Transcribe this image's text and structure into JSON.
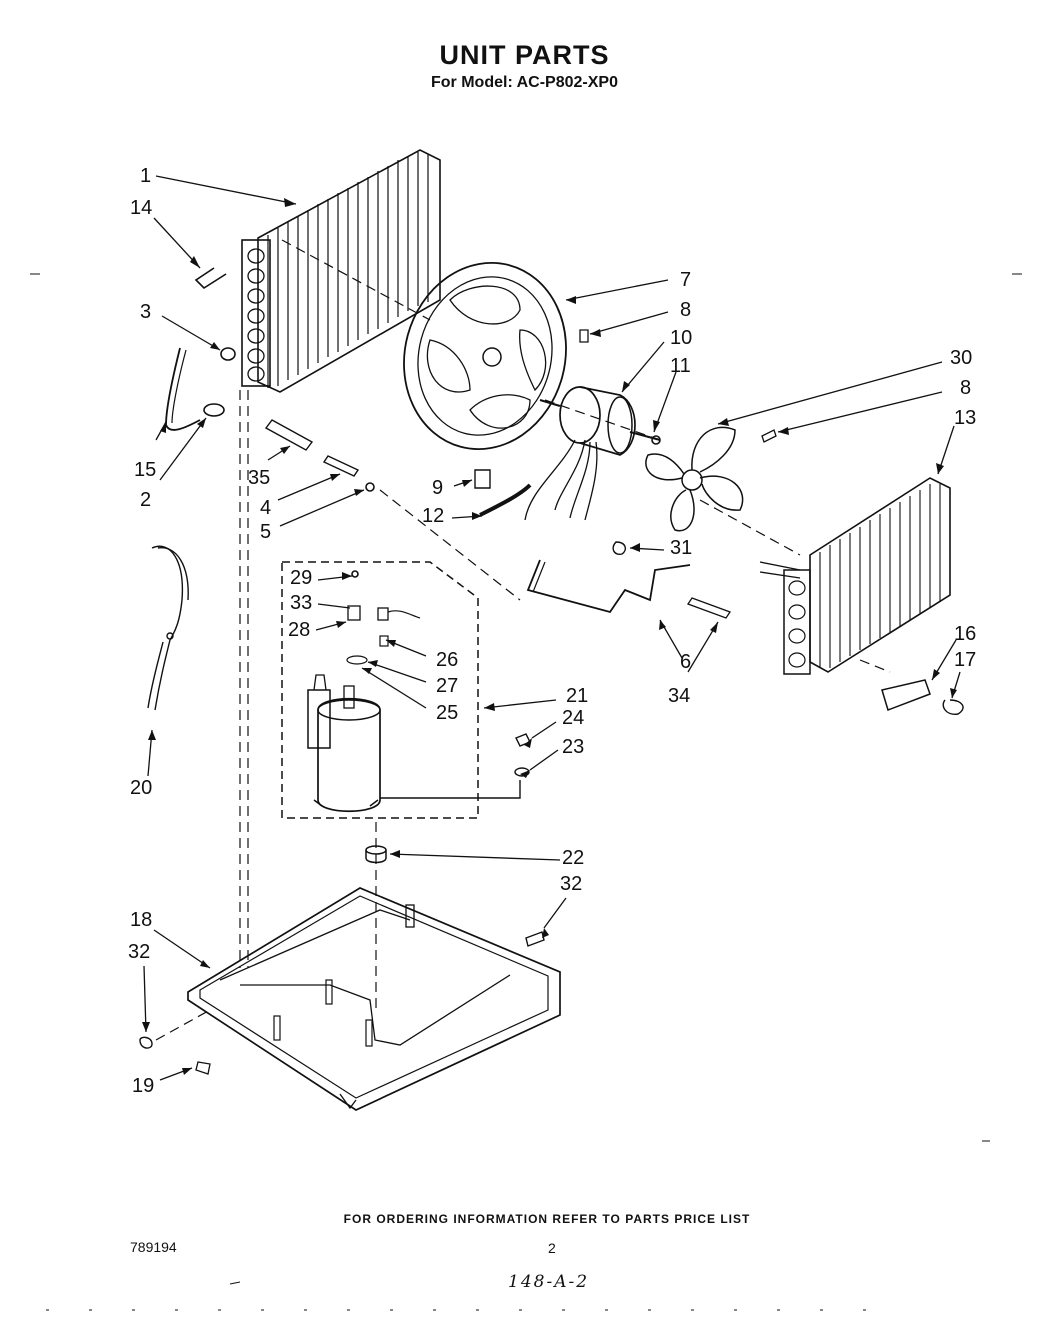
{
  "header": {
    "title": "UNIT PARTS",
    "subtitle": "For Model: AC-P802-XP0"
  },
  "callouts": [
    "1",
    "14",
    "3",
    "15",
    "2",
    "35",
    "4",
    "5",
    "7",
    "8",
    "10",
    "11",
    "30",
    "8",
    "13",
    "9",
    "12",
    "31",
    "6",
    "34",
    "16",
    "17",
    "29",
    "33",
    "28",
    "26",
    "27",
    "25",
    "21",
    "24",
    "23",
    "20",
    "22",
    "32",
    "18",
    "32",
    "19"
  ],
  "footer": {
    "ordering_note": "FOR ORDERING INFORMATION REFER TO PARTS PRICE LIST",
    "doc_number": "789194",
    "page_number": "2",
    "handwritten_ref": "148-A-2"
  }
}
